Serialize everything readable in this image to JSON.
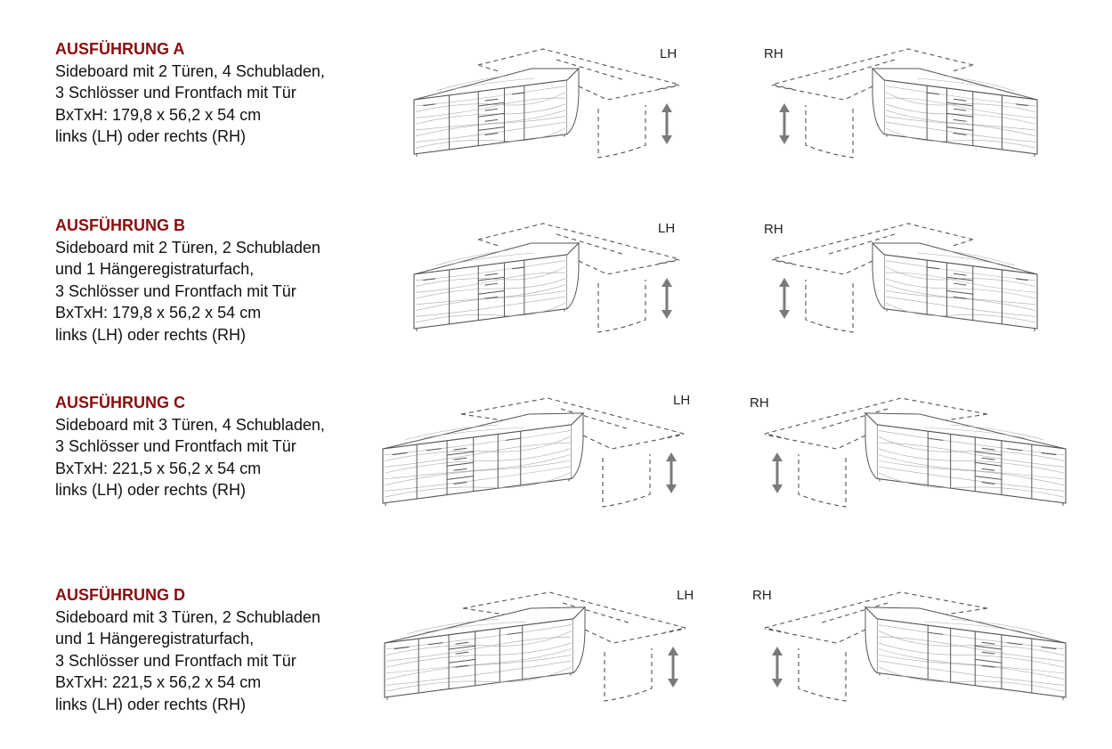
{
  "variants": [
    {
      "title": "AUSFÜHRUNG A",
      "lines": [
        "Sideboard mit 2 Türen, 4 Schubladen,",
        "3 Schlösser und Frontfach mit Tür",
        "BxTxH: 179,8 x 56,2 x 54 cm",
        "links (LH) oder rechts (RH)"
      ],
      "doors": 2,
      "drawers": 4,
      "left_label": "LH",
      "right_label": "RH"
    },
    {
      "title": "AUSFÜHRUNG B",
      "lines": [
        "Sideboard mit 2 Türen, 2 Schubladen",
        "und 1 Hängeregistraturfach,",
        "3 Schlösser und Frontfach mit Tür",
        "BxTxH: 179,8 x 56,2 x 54 cm",
        "links (LH) oder rechts (RH)"
      ],
      "doors": 2,
      "drawers": 2,
      "left_label": "LH",
      "right_label": "RH"
    },
    {
      "title": "AUSFÜHRUNG C",
      "lines": [
        "Sideboard mit 3 Türen, 4 Schubladen,",
        "3 Schlösser und Frontfach mit Tür",
        "BxTxH: 221,5 x 56,2 x 54 cm",
        "links (LH) oder rechts (RH)"
      ],
      "doors": 3,
      "drawers": 4,
      "left_label": "LH",
      "right_label": "RH"
    },
    {
      "title": "AUSFÜHRUNG D",
      "lines": [
        "Sideboard mit 3 Türen, 2 Schubladen",
        "und 1 Hängeregistraturfach,",
        "3 Schlösser und Frontfach mit Tür",
        "BxTxH: 221,5 x 56,2 x 54 cm",
        "links (LH) oder rechts (RH)"
      ],
      "doors": 3,
      "drawers": 2,
      "left_label": "LH",
      "right_label": "RH"
    }
  ],
  "colors": {
    "title": "#8b0d0d",
    "line": "#555555",
    "arrow": "#7a7a7a"
  }
}
